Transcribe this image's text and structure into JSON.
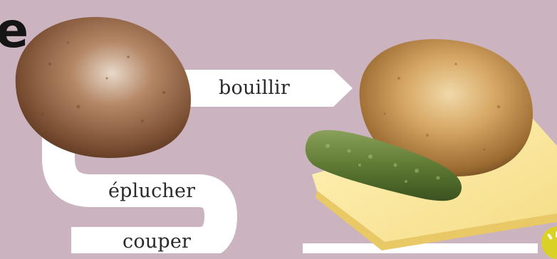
{
  "title_fragment": "e",
  "steps": {
    "boil": "bouillir",
    "peel": "éplucher",
    "cut": "couper"
  },
  "icons": {
    "raw_potato": "raw-potato-icon",
    "boiled_potato": "boiled-potato-icon",
    "pickle": "pickle-icon",
    "cheese": "cheese-slice-icon",
    "badge": "lightbulb-badge-icon"
  },
  "colors": {
    "background": "#cbb3c0",
    "path": "#ffffff",
    "text": "#2a2a2a"
  }
}
